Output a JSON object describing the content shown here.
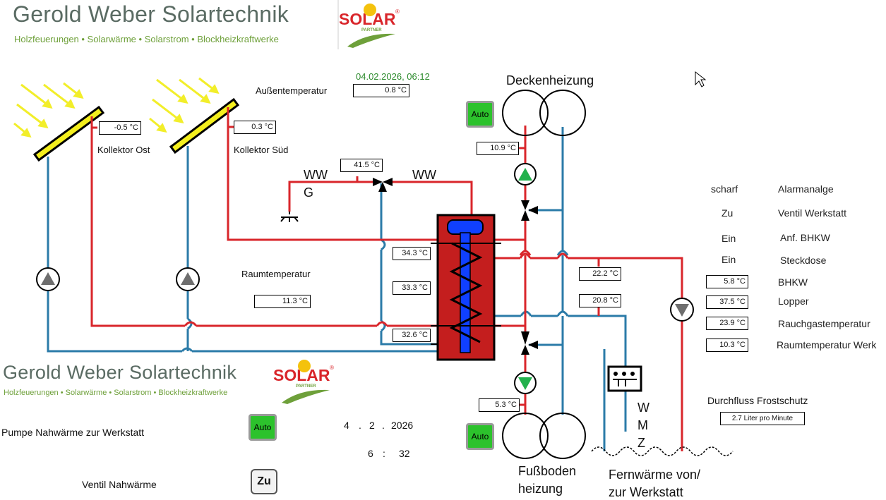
{
  "header": {
    "company": "Gerold Weber Solartechnik",
    "tagline": "Holzfeuerungen • Solarwärme • Solarstrom • Blockheizkraftwerke",
    "logo_text": "SOLAR",
    "logo_sub": "PARTNER",
    "logo_reg": "®"
  },
  "datetime": "04.02.2026,  06:12",
  "outside": {
    "label": "Außentemperatur",
    "value": "0.8 °C"
  },
  "collectors": {
    "ost": {
      "label": "Kollektor Ost",
      "value": "-0.5 °C"
    },
    "sued": {
      "label": "Kollektor Süd",
      "value": "0.3 °C"
    }
  },
  "ww": {
    "left_top": "WW",
    "left_bottom": "G",
    "right": "WW",
    "mix_value": "41.5 °C"
  },
  "room": {
    "label": "Raumtemperatur",
    "value": "11.3 °C"
  },
  "storage": {
    "t1": "34.3 °C",
    "t2": "33.3 °C",
    "t3": "32.6 °C"
  },
  "ceiling": {
    "label": "Deckenheizung",
    "auto": "Auto",
    "value": "10.9 °C"
  },
  "floor": {
    "label1": "Fußboden",
    "label2": "heizung",
    "auto": "Auto",
    "value": "5.3 °C"
  },
  "pipe_temps": {
    "supply": "22.2 °C",
    "return": "20.8 °C"
  },
  "status": [
    {
      "state": "scharf",
      "name": "Alarmanalge"
    },
    {
      "state": "Zu",
      "name": "Ventil Werkstatt"
    },
    {
      "state": "Ein",
      "name": "Anf. BHKW"
    },
    {
      "state": "Ein",
      "name": "Steckdose"
    }
  ],
  "readings": [
    {
      "value": "5.8 °C",
      "name": "BHKW"
    },
    {
      "value": "37.5 °C",
      "name": "Lopper"
    },
    {
      "value": "23.9 °C",
      "name": "Rauchgastemperatur"
    },
    {
      "value": "10.3 °C",
      "name": "Raumtemperatur Werk"
    }
  ],
  "wmz": {
    "w": "W",
    "m": "M",
    "z": "Z"
  },
  "flow": {
    "label": "Durchfluss Frostschutz",
    "value": "2.7 Liter pro Minute"
  },
  "district": {
    "line1": "Fernwärme von/",
    "line2": "zur Werkstatt"
  },
  "bottom_panel": {
    "pump_label": "Pumpe  Nahwärme zur Werkstatt",
    "pump_btn": "Auto",
    "valve_label": "Ventil Nahwärme",
    "valve_btn": "Zu",
    "date_d": "4",
    "date_sep1": ".",
    "date_m": "2",
    "date_sep2": ".",
    "date_y": "2026",
    "time_h": "6",
    "time_sep": ":",
    "time_m": "32"
  },
  "colors": {
    "supply": "#d9262b",
    "return": "#2b7ba8",
    "pump_green": "#22b14c",
    "pump_grey": "#6e6e6e",
    "tank": "#c41e1e",
    "coil": "#1040ff"
  }
}
